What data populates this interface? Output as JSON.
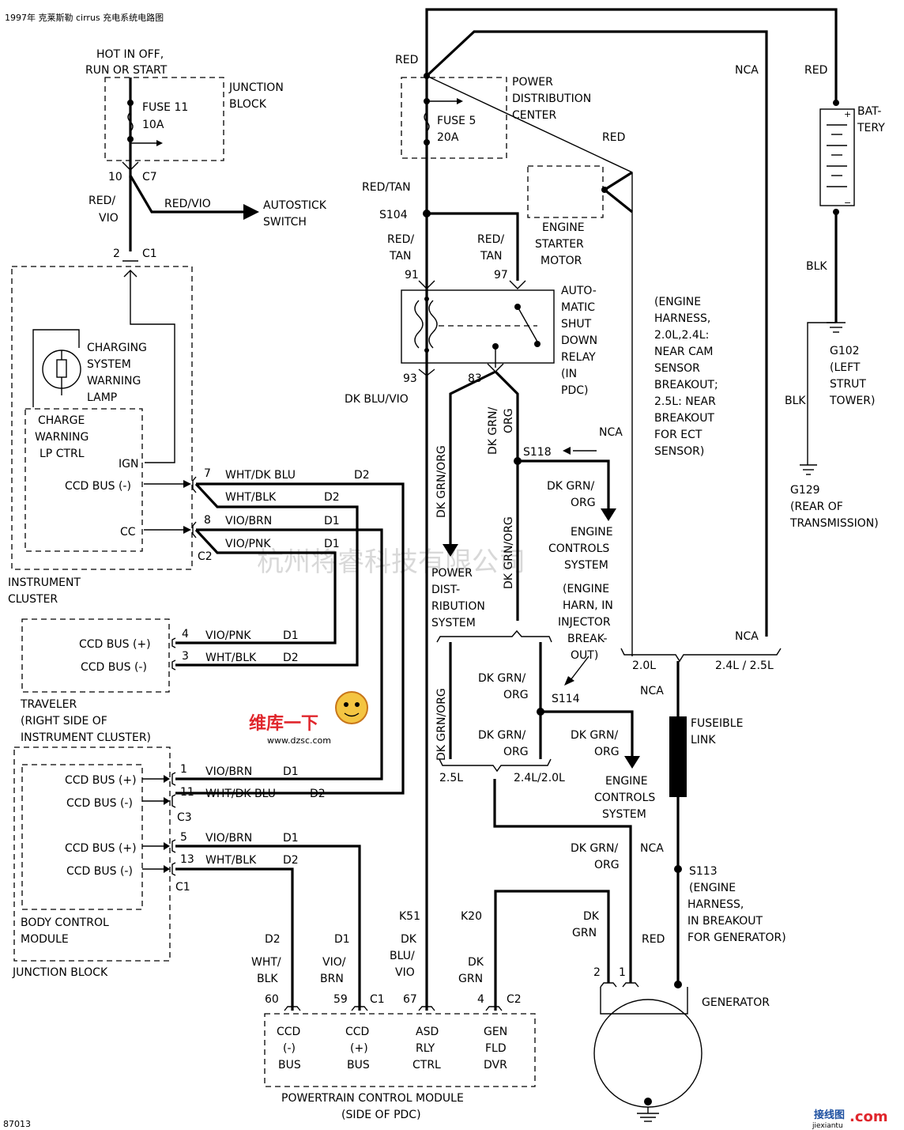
{
  "header": "1997年 克莱斯勒 cirrus 充电系统电路图",
  "footer_code": "87013",
  "watermark": "杭州将睿科技有限公司",
  "logo_text": [
    "维库一下",
    "www.dzsc.com"
  ],
  "site_mark": [
    "接线图",
    ".com",
    "jiexiantu"
  ],
  "labels": {
    "hot1": "HOT IN OFF,",
    "hot2": "RUN OR START",
    "jb1": "JUNCTION",
    "jb2": "BLOCK",
    "fuse11": "FUSE 11",
    "f10a": "10A",
    "p10": "10",
    "c7": "C7",
    "redvio1": "RED/",
    "redvio2": "VIO",
    "redvio_h": "RED/VIO",
    "as1": "AUTOSTICK",
    "as2": "SWITCH",
    "p2": "2",
    "c1a": "C1",
    "csw1": "CHARGING",
    "csw2": "SYSTEM",
    "csw3": "WARNING",
    "csw4": "LAMP",
    "cw1": "CHARGE",
    "cw2": "WARNING",
    "cw3": "LP CTRL",
    "ign": "IGN",
    "ccdneg": "CCD BUS (-)",
    "cc": "CC",
    "ic1": "INSTRUMENT",
    "ic2": "CLUSTER",
    "p7": "7",
    "p8": "8",
    "c2a": "C2",
    "wdb": "WHT/DK BLU",
    "wblk": "WHT/BLK",
    "vbrn": "VIO/BRN",
    "vpnk": "VIO/PNK",
    "d1": "D1",
    "d2": "D2",
    "tr_pos": "CCD BUS (+)",
    "tr_neg": "CCD BUS (-)",
    "p4": "4",
    "p3": "3",
    "tr1": "TRAVELER",
    "tr2": "(RIGHT SIDE OF",
    "tr3": "INSTRUMENT CLUSTER)",
    "bc_pos1": "CCD BUS (+)",
    "bc_neg1": "CCD BUS (-)",
    "bc_pos2": "CCD BUS (+)",
    "bc_neg2": "CCD BUS (-)",
    "p1": "1",
    "p11": "11",
    "p5": "5",
    "p13": "13",
    "c3": "C3",
    "c1b": "C1",
    "bcm1": "BODY CONTROL",
    "bcm2": "MODULE",
    "jb3": "JUNCTION BLOCK",
    "pd2": "D2",
    "pwb1": "WHT/",
    "pwb2": "BLK",
    "pd1": "D1",
    "pvb1": "VIO/",
    "pvb2": "BRN",
    "k51": "K51",
    "kdb1": "DK",
    "kdb2": "BLU/",
    "kdb3": "VIO",
    "k20": "K20",
    "kdg1": "DK",
    "kdg2": "GRN",
    "p60": "60",
    "p59": "59",
    "c1c": "C1",
    "p67": "67",
    "p4b": "4",
    "c2b": "C2",
    "pcm_a": "CCD",
    "pcm_a2": "(-)",
    "pcm_a3": "BUS",
    "pcm_b": "CCD",
    "pcm_b2": "(+)",
    "pcm_b3": "BUS",
    "pcm_c": "ASD",
    "pcm_c2": "RLY",
    "pcm_c3": "CTRL",
    "pcm_d": "GEN",
    "pcm_d2": "FLD",
    "pcm_d3": "DVR",
    "pcm1": "POWERTRAIN CONTROL MODULE",
    "pcm2": "(SIDE OF PDC)",
    "red_top": "RED",
    "pdc1": "POWER",
    "pdc2": "DISTRIBUTION",
    "pdc3": "CENTER",
    "fuse5": "FUSE 5",
    "f20a": "20A",
    "red_st": "RED",
    "redtan": "RED/TAN",
    "s104": "S104",
    "rt1": "RED/",
    "rt2": "TAN",
    "rt3": "RED/",
    "rt4": "TAN",
    "es1": "ENGINE",
    "es2": "STARTER",
    "es3": "MOTOR",
    "p91": "91",
    "p97": "97",
    "p93": "93",
    "p83": "83",
    "asd1": "AUTO-",
    "asd2": "MATIC",
    "asd3": "SHUT",
    "asd4": "DOWN",
    "asd5": "RELAY",
    "asd6": "(IN",
    "asd7": "PDC)",
    "dkbluvio": "DK BLU/VIO",
    "dgo_v1": "DK GRN/ORG",
    "dgo_v2": "DK GRN/",
    "dgo_v2b": "ORG",
    "dgo_v3": "DK GRN/ORG",
    "dgo_v4": "DK GRN/ORG",
    "s118": "S118",
    "nca_s118": "NCA",
    "eh1": "(ENGINE",
    "eh2": "HARNESS,",
    "eh3": "2.0L,2.4L:",
    "eh4": "NEAR CAM",
    "eh5": "SENSOR",
    "eh6": "BREAKOUT;",
    "eh7": "2.5L: NEAR",
    "eh8": "BREAKOUT",
    "eh9": "FOR ECT",
    "eh10": "SENSOR)",
    "dgo1": "DK GRN/",
    "dgo1b": "ORG",
    "ecs1": "ENGINE",
    "ecs2": "CONTROLS",
    "ecs3": "SYSTEM",
    "pds1": "POWER",
    "pds2": "DIST-",
    "pds3": "RIBUTION",
    "pds4": "SYSTEM",
    "ehi1": "(ENGINE",
    "ehi2": "HARN, IN",
    "ehi3": "INJECTOR",
    "ehi4": "BREAK-",
    "ehi5": "OUT)",
    "s114": "S114",
    "dgo2": "DK GRN/",
    "dgo2b": "ORG",
    "dgo3": "DK GRN/",
    "dgo3b": "ORG",
    "dgo4": "DK GRN/",
    "dgo4b": "ORG",
    "ecs4": "ENGINE",
    "ecs5": "CONTROLS",
    "ecs6": "SYSTEM",
    "l25": "2.5L",
    "l24": "2.4L/2.0L",
    "nca_top": "NCA",
    "red_bat": "RED",
    "bat1": "BAT-",
    "bat2": "TERY",
    "blk1": "BLK",
    "blk2": "BLK",
    "g102a": "G102",
    "g102b": "(LEFT",
    "g102c": "STRUT",
    "g102d": "TOWER)",
    "g129a": "G129",
    "g129b": "(REAR OF",
    "g129c": "TRANSMISSION)",
    "nca_mid": "NCA",
    "l20": "2.0L",
    "l245": "2.4L / 2.5L",
    "nca_fl": "NCA",
    "fl1": "FUSEIBLE",
    "fl2": "LINK",
    "dgo5": "DK GRN/",
    "dgo5b": "ORG",
    "nca_s113": "NCA",
    "s113": "S113",
    "eg1": "(ENGINE",
    "eg2": "HARNESS,",
    "eg3": "IN BREAKOUT",
    "eg4": "FOR GENERATOR)",
    "dg1": "DK",
    "dg2": "GRN",
    "red_gen": "RED",
    "g2": "2",
    "g1": "1",
    "gen": "GENERATOR"
  }
}
